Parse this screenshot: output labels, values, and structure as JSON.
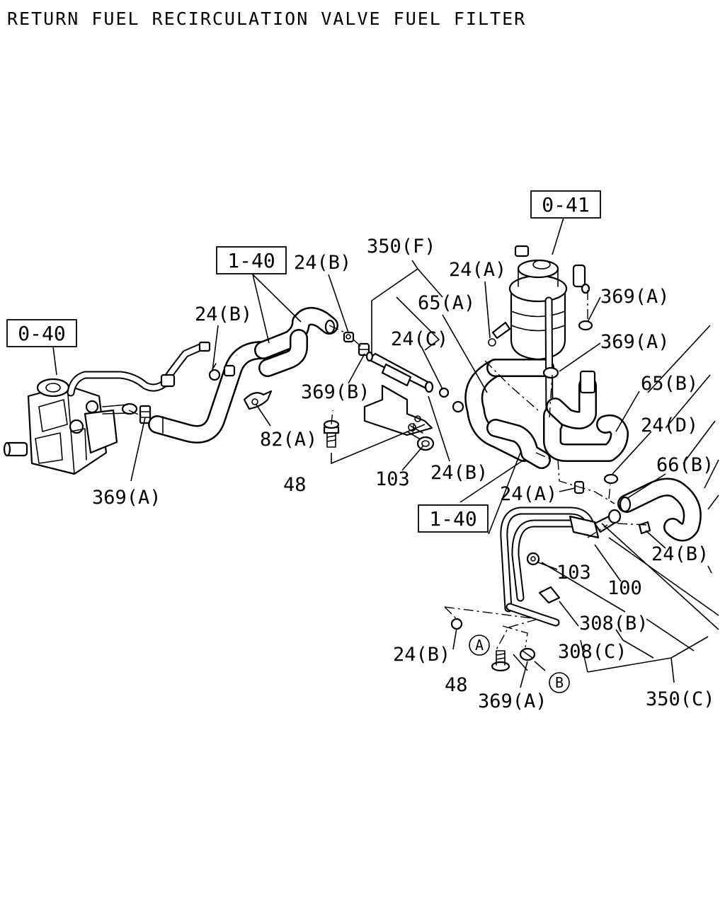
{
  "title": "RETURN FUEL RECIRCULATION VALVE FUEL FILTER",
  "ref_boxes": {
    "pump_ref": "0-40",
    "filter_ref": "0-41",
    "pipe_ref_top": "1-40",
    "pipe_ref_bottom": "1-40"
  },
  "circle_markers": {
    "a": "A",
    "b": "B"
  },
  "labels": {
    "l_350f": "350(F)",
    "l_24b_top": "24(B)",
    "l_24b_left": "24(B)",
    "l_24a_top": "24(A)",
    "l_65a": "65(A)",
    "l_369a_r1": "369(A)",
    "l_369a_r2": "369(A)",
    "l_24c": "24(C)",
    "l_369b": "369(B)",
    "l_65b": "65(B)",
    "l_24d": "24(D)",
    "l_82a": "82(A)",
    "l_66b": "66(B)",
    "l_48_mid": "48",
    "l_103_mid": "103",
    "l_24b_mid": "24(B)",
    "l_369a_left": "369(A)",
    "l_24a_mid": "24(A)",
    "l_24b_right": "24(B)",
    "l_103_low": "103",
    "l_100": "100",
    "l_308b": "308(B)",
    "l_24b_low": "24(B)",
    "l_308c": "308(C)",
    "l_48_low": "48",
    "l_369a_low": "369(A)",
    "l_350c": "350(C)"
  }
}
